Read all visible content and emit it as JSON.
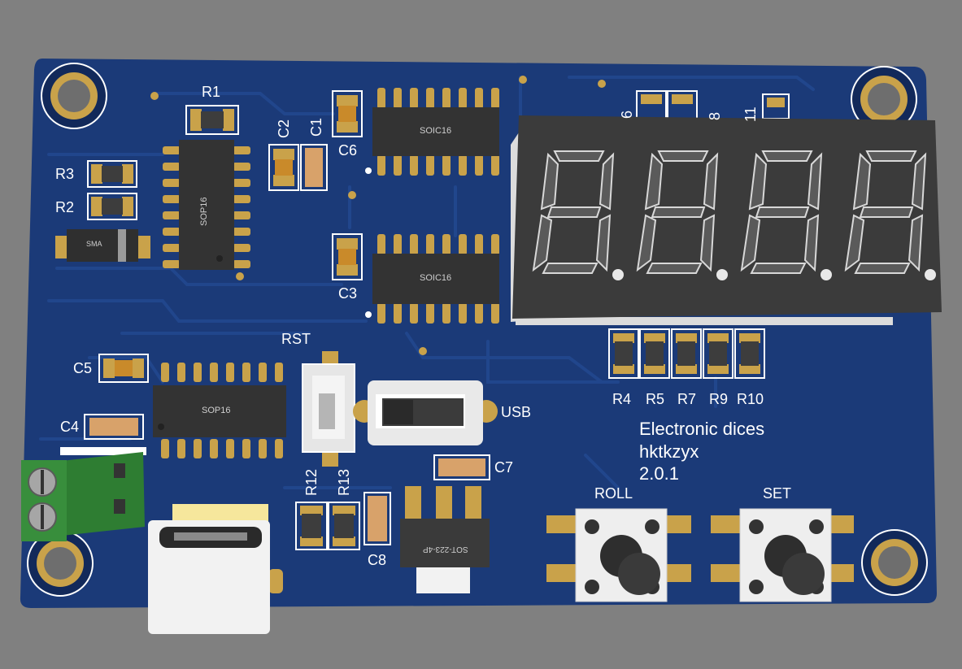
{
  "board": {
    "silk_color": "#ffffff",
    "board_color": "#1b3a78",
    "copper_color": "#c9a24a",
    "display_color": "#3a3a3a",
    "segment_color": "#5a5a5a"
  },
  "labels": {
    "r1": "R1",
    "r2": "R2",
    "r3": "R3",
    "r4": "R4",
    "r5": "R5",
    "r7": "R7",
    "r9": "R9",
    "r10": "R10",
    "r12": "R12",
    "r13": "R13",
    "c1": "C1",
    "c2": "C2",
    "c3": "C3",
    "c4": "C4",
    "c5": "C5",
    "c6": "C6",
    "c7": "C7",
    "c8": "C8",
    "rst": "RST",
    "usb": "USB",
    "roll": "ROLL",
    "set": "SET",
    "frag6": "6",
    "frag8": "8",
    "frag11": "11"
  },
  "chips": {
    "u_left_top": "SOP16",
    "u_mid_top": "SOIC16",
    "u_mid_bottom": "SOIC16",
    "u_left_bottom": "SOP16",
    "regulator": "SOT-223-4P",
    "diode": "SMA"
  },
  "note": {
    "line1": "Electronic dices",
    "line2": "hktkzyx",
    "line3": "2.0.1"
  },
  "display": {
    "digits": 4
  }
}
